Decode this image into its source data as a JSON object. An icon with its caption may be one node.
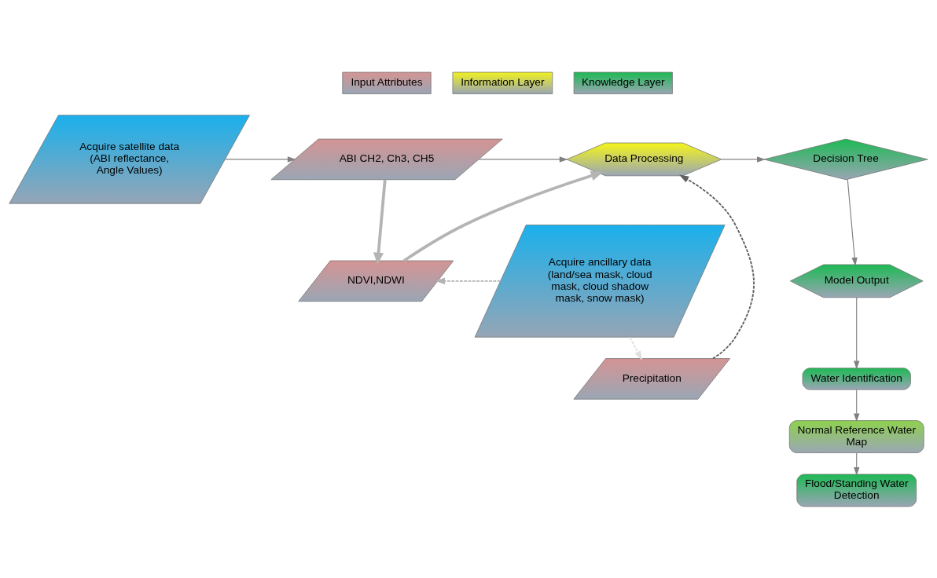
{
  "diagram": {
    "nodes": [
      {
        "text": [
          "Acquire satellite data (ABI reflectance, Angle Values)"
        ]
      },
      {
        "text": [
          "Acquire ancillary data (land/sea mask, cloud mask, cloud shadow mask, snow mask)"
        ]
      },
      {
        "text": [
          "ABI CH2, Ch3, CH5"
        ]
      },
      {
        "text": [
          "NDVI,NDWI"
        ]
      },
      {
        "text": [
          "Precipitation"
        ]
      },
      {
        "text": [
          "Data Processing"
        ]
      },
      {
        "text": [
          "Decision Tree"
        ]
      },
      {
        "text": [
          "Model Output"
        ]
      },
      {
        "text": [
          "Water Identification"
        ]
      },
      {
        "text": [
          "Normal Reference Water Map"
        ]
      },
      {
        "text": [
          "Flood/Standing Water Detection"
        ]
      }
    ],
    "edges": [
      {
        "from": 0,
        "to": 2,
        "arrow": "to"
      },
      {
        "from": 2,
        "to": 5,
        "arrow": "to"
      },
      {
        "from": 2,
        "to": 3,
        "arrow": "to",
        "style": "thick",
        "color": "#b4b4b4"
      },
      {
        "from": 1,
        "to": 3,
        "arrow": "to",
        "style": "dashed",
        "color": "#b4b4b4"
      },
      {
        "from": 1,
        "to": 4,
        "arrow": "to",
        "style": "dashed",
        "color": "#e0e0e0"
      },
      {
        "from": 3,
        "to": 5,
        "arrow": "to",
        "style": "thick",
        "color": "#b4b4b4"
      },
      {
        "from": 4,
        "to": 5,
        "arrow": "to",
        "style": "dashed",
        "color": "#606060"
      },
      {
        "from": 5,
        "to": 6,
        "arrow": "to"
      },
      {
        "from": 6,
        "to": 7,
        "arrow": "to"
      },
      {
        "from": 7,
        "to": 8,
        "arrow": "to"
      },
      {
        "from": 8,
        "to": 9,
        "arrow": "to"
      },
      {
        "from": 9,
        "to": 10,
        "arrow": "to"
      }
    ],
    "legend": [
      {
        "text": "Input Attributes",
        "color": "#d49494"
      },
      {
        "text": "Information Layer",
        "color": "#f0f020"
      },
      {
        "text": "Knowledge Layer",
        "color": "#1db954"
      }
    ]
  }
}
